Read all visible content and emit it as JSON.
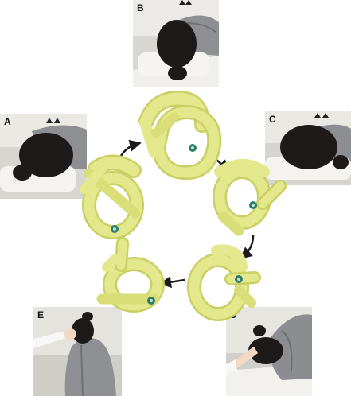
{
  "panels": [
    {
      "id": "photo-b",
      "label": "B"
    },
    {
      "id": "photo-c",
      "label": "C"
    },
    {
      "id": "photo-a",
      "label": "A"
    },
    {
      "id": "photo-d",
      "label": "D"
    },
    {
      "id": "photo-e",
      "label": "E"
    }
  ],
  "colors": {
    "knot_fill": "#e4e88c",
    "knot_shade": "#c9cf63",
    "arrow": "#1b1b1b",
    "hair": "#1e1a19",
    "jacket": "#8f9094",
    "pillow": "#f2f1ee",
    "marker": "#2e7d6a"
  }
}
